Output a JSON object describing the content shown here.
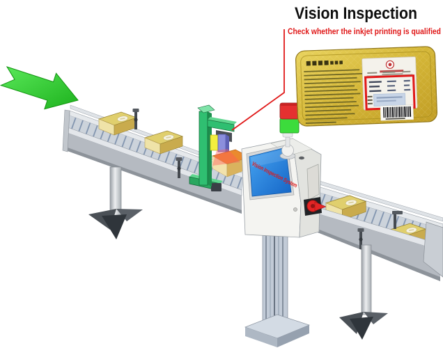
{
  "header": {
    "title": "Vision Inspection",
    "subtitle": "Check whether the inkjet printing is qualified"
  },
  "machine": {
    "screen_text": "Vision Inspection System"
  },
  "colors": {
    "accent_red": "#e01818",
    "arrow_green": "#2bd42b",
    "stand_green": "#2fbf71",
    "stand_green_light": "#5fd68f",
    "stand_green_dark": "#1d8f4e",
    "tower_red": "#e53030",
    "tower_green": "#3cdc3c",
    "screen_blue": "#1f7fe0",
    "beam_red": "#ff5a5a",
    "tin_gold": "#d6ba36",
    "box_gold": "#dcc766",
    "conveyor_gray": "#ccd3db",
    "machine_white": "#f4f4f1"
  }
}
